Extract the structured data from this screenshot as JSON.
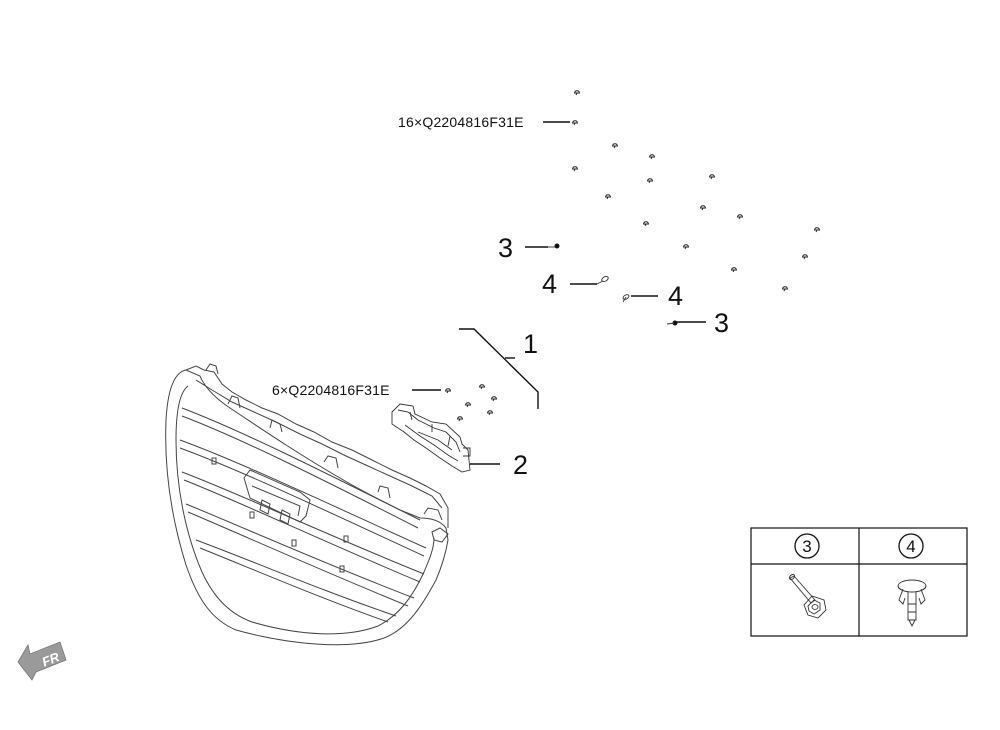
{
  "callouts": {
    "upper_fastener_code": "16×Q2204816F31E",
    "lower_fastener_code": "6×Q2204816F31E",
    "part_1": "1",
    "part_2": "2",
    "part_3a": "3",
    "part_3b": "3",
    "part_4a": "4",
    "part_4b": "4"
  },
  "legend": {
    "col1_label": "3",
    "col2_label": "4",
    "col1_icon": "bolt-with-washer-icon",
    "col2_icon": "push-clip-icon"
  },
  "direction_indicator": {
    "label": "FR",
    "icon": "front-arrow-icon"
  },
  "colors": {
    "line": "#111111",
    "arrow_fill": "#9a9a9a"
  }
}
